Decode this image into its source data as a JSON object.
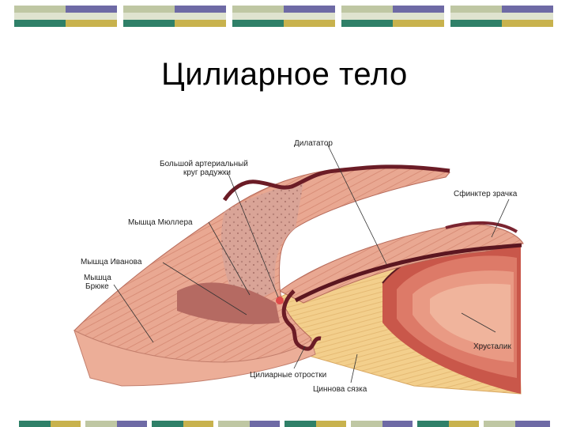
{
  "slide": {
    "title": "Цилиарное тело"
  },
  "colors": {
    "deco_grey": "#bfc7a3",
    "deco_purple": "#6e6aa5",
    "deco_teal": "#2f8068",
    "deco_mustard": "#c8b24d",
    "tissue_pink": "#e7a28c",
    "tissue_dark": "#7a2430",
    "lens_red": "#c04a3e",
    "ligament_yellow": "#f1cc86"
  },
  "diagram": {
    "labels": {
      "dilator": "Дилататор",
      "artery_circle_line1": "Большой артериальный",
      "artery_circle_line2": "круг радужки",
      "sphincter": "Сфинктер зрачка",
      "muller": "Мышца Мюллера",
      "ivanov": "Мышца Иванова",
      "brucke_line1": "Мышца",
      "brucke_line2": "Брюке",
      "lens": "Хрусталик",
      "processes": "Цилиарные отростки",
      "zonule": "Циннова сязка"
    }
  }
}
